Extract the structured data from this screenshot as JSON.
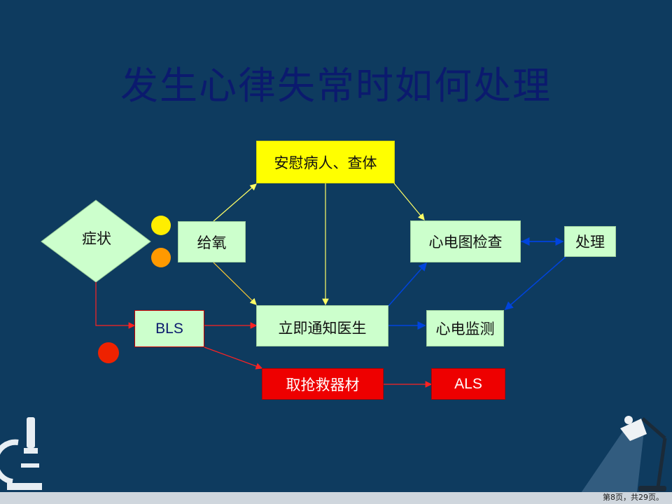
{
  "slide": {
    "title": "发生心律失常时如何处理",
    "footer": "第8页，共29页。"
  },
  "diagram": {
    "nodes": {
      "symptom": "症状",
      "comfort": "安慰病人、查体",
      "oxygen": "给氧",
      "ecg_check": "心电图检查",
      "treatment": "处理",
      "bls": "BLS",
      "notify_doctor": "立即通知医生",
      "ecg_monitor": "心电监测",
      "equipment": "取抢救器材",
      "als": "ALS"
    }
  },
  "colors": {
    "background": "#0e3b5f",
    "title": "#0b1a6e",
    "node_green": "#ccffcc",
    "node_yellow": "#ffff00",
    "node_red": "#ee0000",
    "dot_yellow": "#ffee00",
    "dot_orange": "#ff9900",
    "dot_red": "#ee2200",
    "arrow_yellow": "#ffff66",
    "arrow_blue": "#0033cc",
    "arrow_red": "#ff2222"
  }
}
